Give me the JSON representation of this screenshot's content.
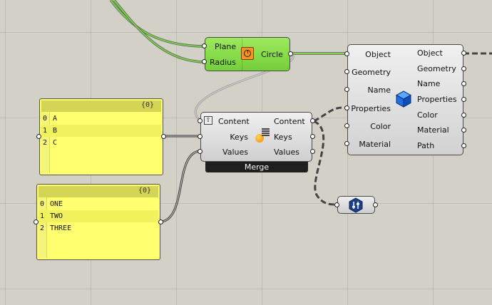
{
  "colors": {
    "canvas": "#d3d0c8",
    "green_node": "#88e04a",
    "grey_node": "#dedede",
    "panel": "#ffff70",
    "wire_green": "#7bd14a"
  },
  "circle_component": {
    "inputs": [
      "Plane",
      "Radius"
    ],
    "outputs": [
      "Circle"
    ],
    "icon": "circle-icon"
  },
  "merge_component": {
    "inputs": [
      "Content",
      "Keys",
      "Values"
    ],
    "outputs": [
      "Content",
      "Keys",
      "Values"
    ],
    "footer": "Merge",
    "icon": "merge-icon"
  },
  "object_component": {
    "inputs": [
      "Object",
      "Geometry",
      "Name",
      "Properties",
      "Color",
      "Material"
    ],
    "outputs": [
      "Object",
      "Geometry",
      "Name",
      "Properties",
      "Color",
      "Material",
      "Path"
    ],
    "icon": "cube-icon"
  },
  "panel_keys": {
    "header": "{0}",
    "rows": [
      {
        "i": "0",
        "v": "A"
      },
      {
        "i": "1",
        "v": "B"
      },
      {
        "i": "2",
        "v": "C"
      }
    ]
  },
  "panel_values": {
    "header": "{0}",
    "rows": [
      {
        "i": "0",
        "v": "ONE"
      },
      {
        "i": "1",
        "v": "TWO"
      },
      {
        "i": "2",
        "v": "THREE"
      }
    ]
  },
  "small_component": {
    "icon": "settings-sliders-icon"
  }
}
